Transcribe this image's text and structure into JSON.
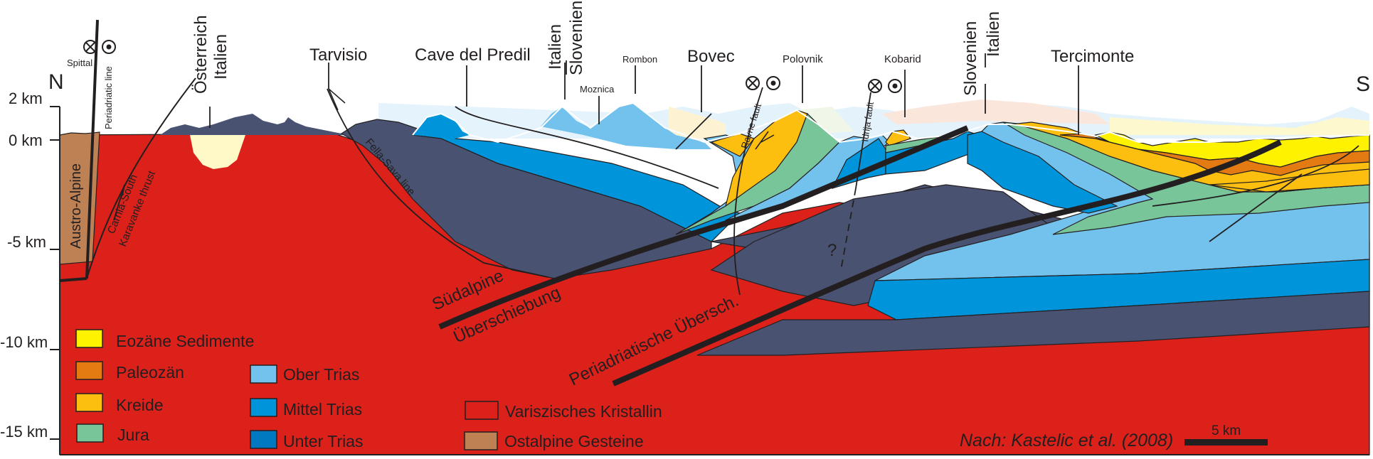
{
  "figure": {
    "title": "Geologisches Profil N–S (Spittal – Tercimonte)",
    "orientation": {
      "north": "N",
      "south": "S"
    },
    "source": "Nach: Kastelic et al. (2008)",
    "scale_bar": {
      "label": "5 km",
      "value_km": 5
    }
  },
  "depth_axis": {
    "ticks": [
      {
        "label": "2 km",
        "value_km": 2
      },
      {
        "label": "0 km",
        "value_km": 0
      },
      {
        "label": "-5 km",
        "value_km": -5
      },
      {
        "label": "-10 km",
        "value_km": -10
      },
      {
        "label": "-15 km",
        "value_km": -15
      }
    ]
  },
  "places": {
    "spittal": "Spittal",
    "tarvisio": "Tarvisio",
    "cave_del_predil": "Cave del Predil",
    "moznica": "Moznica",
    "rombon": "Rombon",
    "bovec": "Bovec",
    "polovnik": "Polovnik",
    "kobarid": "Kobarid",
    "tercimonte": "Tercimonte"
  },
  "borders": [
    {
      "upper": "Österreich",
      "lower": "Italien"
    },
    {
      "upper": "Italien",
      "lower": "Slovenien"
    },
    {
      "upper": "Slovenien",
      "lower": "Italien"
    }
  ],
  "structures": {
    "periadriatic_line": "Periadriatic line",
    "carnia_thrust_1": "Carnia-South",
    "carnia_thrust_2": "Karavanke thrust",
    "fella_sava": "Fella-Sava line",
    "ravne_fault": "Ravne fault",
    "idrija_fault": "Idrija fault",
    "suedalpine_1": "Südalpine",
    "suedalpine_2": "Überschiebung",
    "periadriatische": "Periadriatische Übersch.",
    "austro_alpine": "Austro-Alpine",
    "question": "?"
  },
  "legend": {
    "items": [
      {
        "label": "Eozäne Sedimente",
        "color": "#fff200"
      },
      {
        "label": "Paleozän",
        "color": "#e37a12"
      },
      {
        "label": "Kreide",
        "color": "#fdbf0f"
      },
      {
        "label": "Jura",
        "color": "#79c59a"
      },
      {
        "label": "Ober Trias",
        "color": "#73c2ee"
      },
      {
        "label": "Mittel Trias",
        "color": "#0094da"
      },
      {
        "label": "Unter Trias",
        "color": "#0079c1"
      },
      {
        "label": "Variszisches Kristallin",
        "color": "#dc211b"
      },
      {
        "label": "Ostalpine Gesteine",
        "color": "#bd8154"
      }
    ]
  },
  "colors": {
    "red": "#dc211b",
    "slate": "#4a5272",
    "mittel": "#0094da",
    "ober": "#73c2ee",
    "jura": "#79c59a",
    "kreide": "#fdbf0f",
    "paleo": "#e37a12",
    "eozaen": "#fff200",
    "ostalpin": "#bd8154",
    "quartaer": "#fef9c6"
  }
}
